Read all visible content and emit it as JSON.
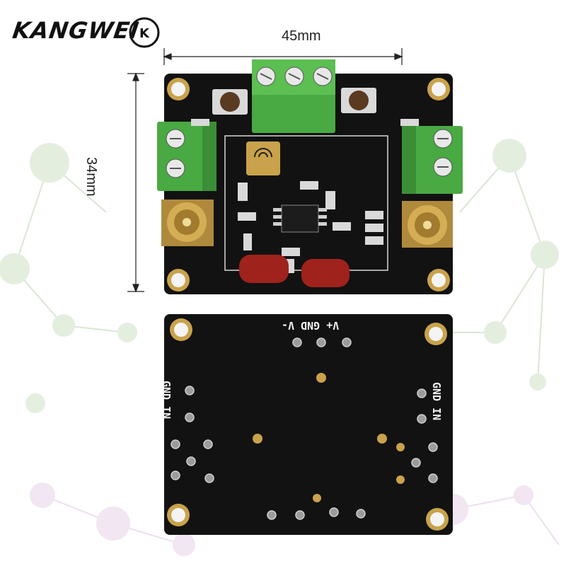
{
  "brand": {
    "name": "KANGWEI",
    "badge": "K"
  },
  "dimensions": {
    "width_label": "45mm",
    "height_label": "34mm"
  },
  "board_back_labels": {
    "power": "V+ GND V-",
    "left_io": "GND IN",
    "right_io": "GND IN"
  },
  "colors": {
    "pcb": "#111111",
    "terminal_green": "#4caf50",
    "sma_gold": "#c9a24b",
    "capacitor_red": "#a11d1d",
    "background_network": "#c9dcc2"
  }
}
